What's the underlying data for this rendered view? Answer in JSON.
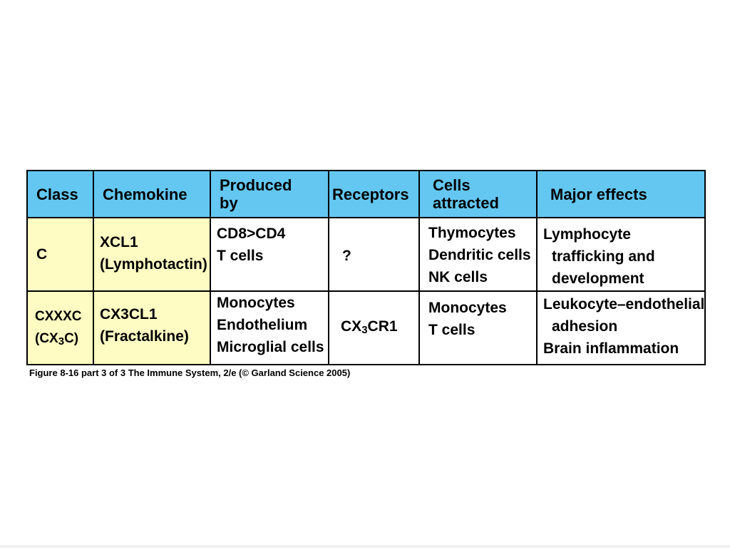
{
  "table": {
    "headers": {
      "class": "Class",
      "chemokine": "Chemokine",
      "produced_by_1": "Produced",
      "produced_by_2": "by",
      "receptors": "Receptors",
      "cells_attracted_1": "Cells",
      "cells_attracted_2": "attracted",
      "major_effects": "Major effects"
    },
    "rows": [
      {
        "class_line1": "C",
        "chemokine_line1": "XCL1",
        "chemokine_line2": "(Lymphotactin)",
        "produced_line1": "CD8>CD4",
        "produced_line2": "T cells",
        "receptor": "?",
        "cells_line1": "Thymocytes",
        "cells_line2": "Dendritic cells",
        "cells_line3": "NK cells",
        "effects_line1": "Lymphocyte",
        "effects_line2": "trafficking and",
        "effects_line3": "development"
      },
      {
        "class_line1": "CXXXC",
        "class_line2_prefix": "(CX",
        "class_line2_sub": "3",
        "class_line2_suffix": "C)",
        "chemokine_line1": "CX3CL1",
        "chemokine_line2": "(Fractalkine)",
        "produced_line1": "Monocytes",
        "produced_line2": "Endothelium",
        "produced_line3": "Microglial cells",
        "receptor_prefix": "CX",
        "receptor_sub": "3",
        "receptor_suffix": "CR1",
        "cells_line1": "Monocytes",
        "cells_line2": "T cells",
        "effects_line1": "Leukocyte–endothelial",
        "effects_line2": "adhesion",
        "effects_line3": "Brain inflammation"
      }
    ],
    "colors": {
      "header_bg": "#63c7f2",
      "class_col_bg": "#fefcc2",
      "body_bg": "#ffffff",
      "border": "#000000"
    }
  },
  "caption": "Figure 8-16 part 3 of 3  The Immune System, 2/e (© Garland Science 2005)"
}
